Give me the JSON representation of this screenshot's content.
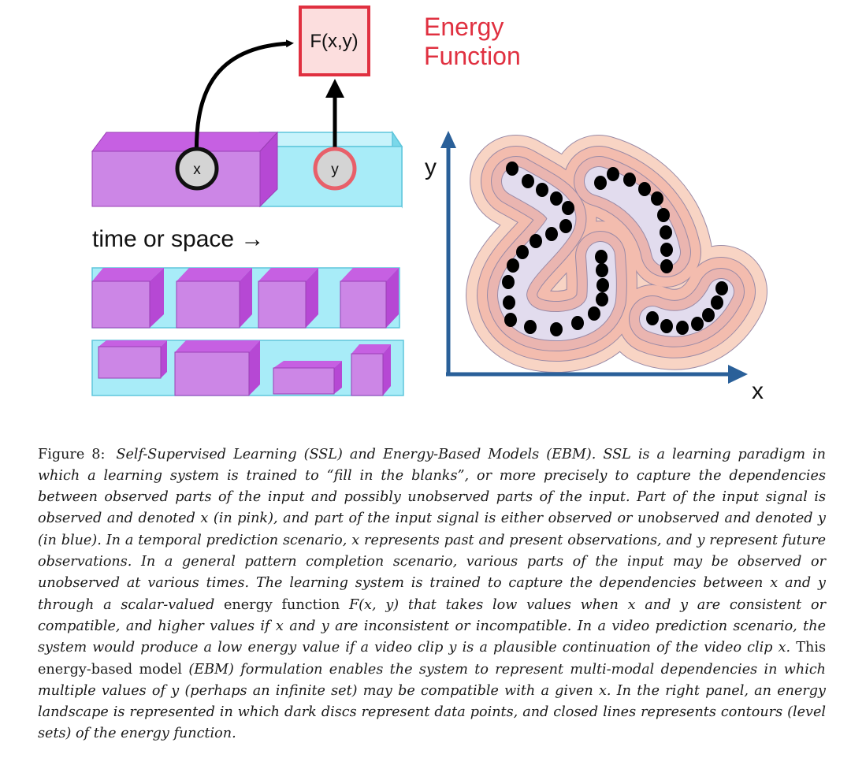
{
  "diagram": {
    "function_box_label": "F(x,y)",
    "energy_title_line1": "Energy",
    "energy_title_line2": "Function",
    "x_node_label": "x",
    "y_node_label": "y",
    "time_label": "time or space →",
    "y_axis_label": "y",
    "x_axis_label": "x",
    "colors": {
      "pink_block": "#c46fe0",
      "blue_block": "#a8ecf8",
      "red_accent": "#e03040",
      "axis_blue": "#2a6099",
      "contour_fill": "#f7c9b7"
    }
  },
  "caption": {
    "label": "Figure 8:",
    "seg1": "Self-Supervised Learning (SSL) and Energy-Based Models (EBM). SSL is a learning paradigm in which a learning system is trained to “fill in the blanks”, or more precisely to capture the dependencies between observed parts of the input and possibly unobserved parts of the input. Part of the input signal is observed and denoted x (in pink), and part of the input signal is either observed or unobserved and denoted y (in blue). In a temporal prediction scenario, x represents past and present observations, and y represent future observations. In a general pattern completion scenario, various parts of the input may be observed or unobserved at various times. The learning system is trained to capture the dependencies between x and y through a scalar-valued",
    "seg2": "energy function",
    "seg3": "F(x, y) that takes low values when x and y are consistent or compatible, and higher values if x and y are inconsistent or incompatible. In a video prediction scenario, the system would produce a low energy value if a video clip y is a plausible continuation of the video clip x.",
    "seg4": "This energy-based model",
    "seg5": "(EBM) formulation enables the system to represent multi-modal dependencies in which multiple values of y (perhaps an infinite set) may be compatible with a given x. In the right panel, an energy landscape is represented in which dark discs represent data points, and closed lines represents contours (level sets) of the energy function."
  }
}
